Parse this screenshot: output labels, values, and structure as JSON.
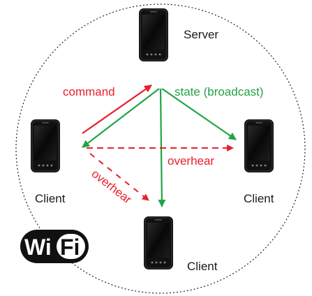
{
  "nodes": {
    "server": "Server",
    "client_left": "Client",
    "client_right": "Client",
    "client_bottom": "Client"
  },
  "edges": {
    "command": "command",
    "state": "state (broadcast)",
    "overhear_horizontal": "overhear",
    "overhear_diagonal": "overhear"
  },
  "logo": {
    "text_left": "Wi",
    "text_right": "Fi"
  },
  "colors": {
    "command": "#e8202a",
    "state": "#22a344",
    "overhear": "#e8202a",
    "phone": "#111111"
  }
}
